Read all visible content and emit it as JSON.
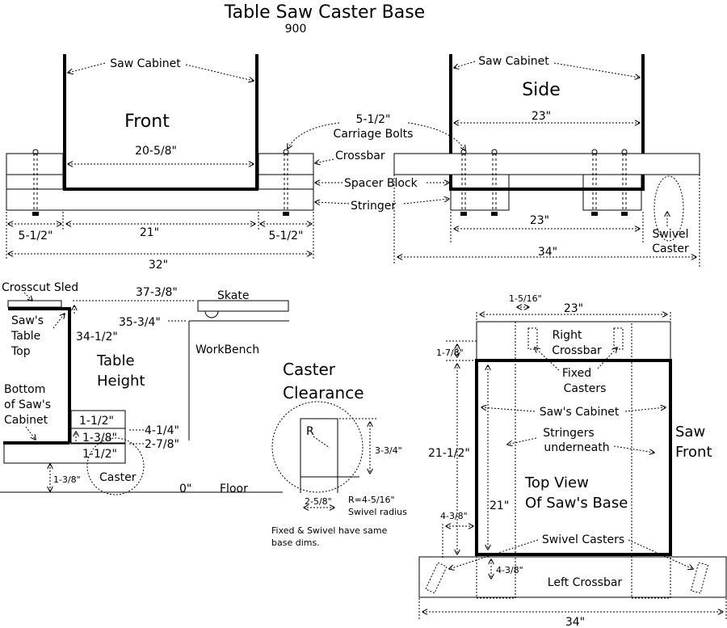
{
  "title": "Table Saw Caster Base",
  "subtitle": "900",
  "front": {
    "heading": "Front",
    "saw_cabinet": "Saw Cabinet",
    "cabinet_width": "20-5/8\"",
    "bolts": "5-1/2\"\nCarriage Bolts",
    "crossbar": "Crossbar",
    "spacer_block": "Spacer Block",
    "stringer": "Stringer",
    "left_span": "5-1/2\"",
    "mid_span": "21\"",
    "right_span": "5-1/2\"",
    "total": "32\""
  },
  "side": {
    "heading": "Side",
    "saw_cabinet": "Saw Cabinet",
    "top_width": "23\"",
    "inner_width": "23\"",
    "total": "34\"",
    "swivel_caster": "Swivel\nCaster"
  },
  "height": {
    "crosscut_sled": "Crosscut Sled",
    "saws_table_top": "Saw's\nTable\nTop",
    "table_height": "Table\nHeight",
    "h_37": "37-3/8\"",
    "h_35": "35-3/4\"",
    "h_34": "34-1/2\"",
    "skate": "Skate",
    "workbench": "WorkBench",
    "bottom_cabinet": "Bottom\nof Saw's\nCabinet",
    "d_1_1_2_a": "1-1/2\"",
    "d_1_3_8": "1-3/8\"",
    "d_1_1_2_b": "1-1/2\"",
    "h_4_1_4": "4-1/4\"",
    "h_2_7_8": "2-7/8\"",
    "caster": "Caster",
    "zero": "0\"",
    "floor": "Floor",
    "gap": "1-3/8\""
  },
  "clearance": {
    "heading": "Caster\nClearance",
    "r": "R",
    "h": "3-3/4\"",
    "w": "2-5/8\"",
    "radius": "R=4-5/16\"\nSwivel radius",
    "note": "Fixed & Swivel have same\nbase dims."
  },
  "top": {
    "small": "1-5/16\"",
    "width": "23\"",
    "right_crossbar": "Right\nCrossbar",
    "offset": "1-7/8\"",
    "fixed_casters": "Fixed\nCasters",
    "saws_cabinet": "Saw's Cabinet",
    "stringers": "Stringers\nunderneath",
    "saw_front": "Saw\nFront",
    "h_21_5": "21-1/2\"",
    "view": "Top View\nOf Saw's Base",
    "h_21": "21\"",
    "w_4_3_8": "4-3/8\"",
    "swivel_casters": "Swivel Casters",
    "h_4_3_8": "4-3/8\"",
    "left_crossbar": "Left Crossbar",
    "total": "34\""
  }
}
